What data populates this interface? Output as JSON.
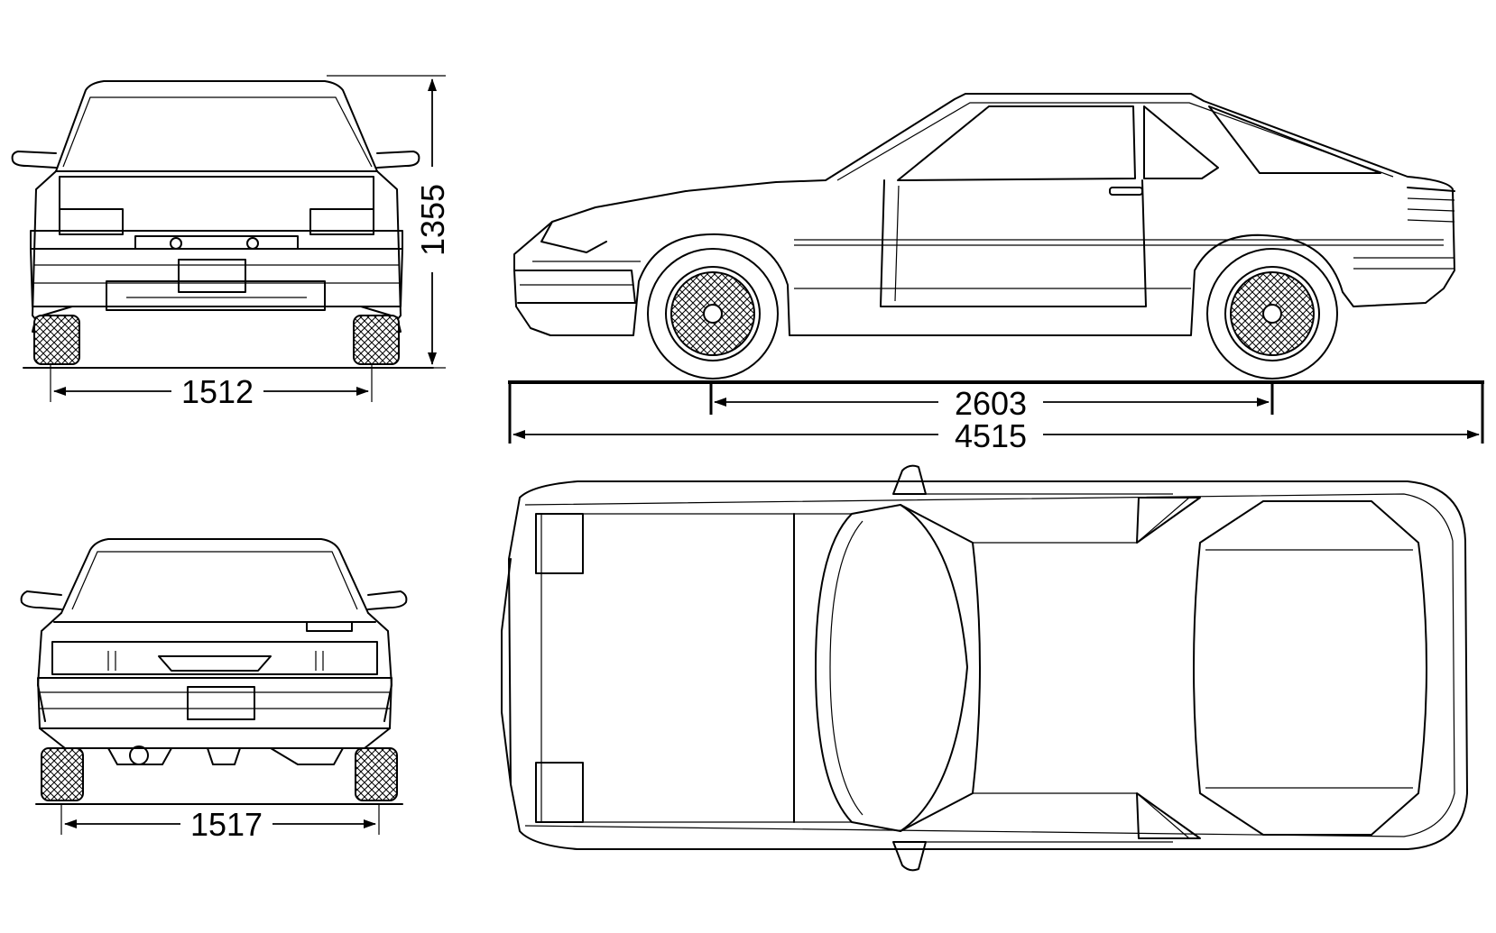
{
  "dimensions": {
    "front_track": "1512",
    "rear_track": "1517",
    "height": "1355",
    "wheelbase": "2603",
    "length": "4515"
  }
}
